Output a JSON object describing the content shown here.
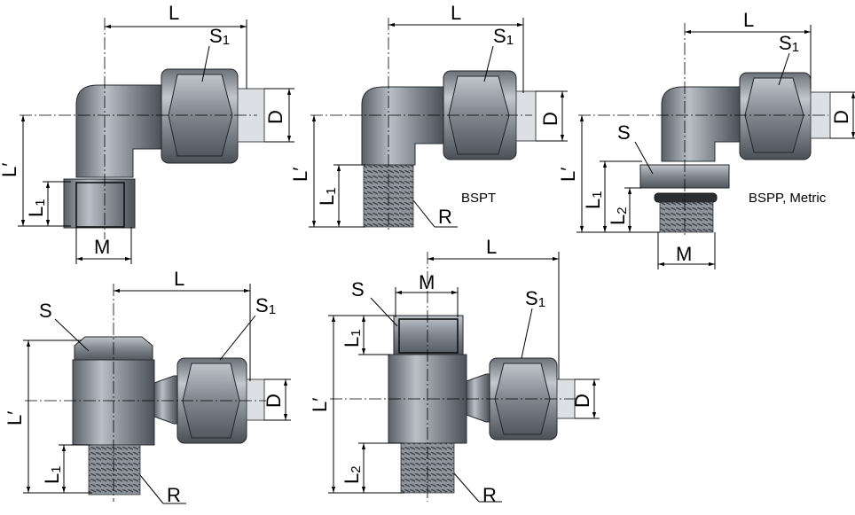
{
  "labels": {
    "L": "L",
    "S": "S",
    "S1_main": "S",
    "S1_sub": "1",
    "D": "D",
    "L_prime": "L′",
    "L1_main": "L",
    "L1_sub": "1",
    "L2_main": "L",
    "L2_sub": "2",
    "M": "M",
    "R": "R"
  },
  "notes": {
    "bspt": "BSPT",
    "bspp": "BSPP, Metric"
  },
  "colors": {
    "metal_light": "#c7ccd2",
    "metal_mid": "#8a9198",
    "metal_dark": "#4d535a",
    "outline": "#22262b"
  }
}
